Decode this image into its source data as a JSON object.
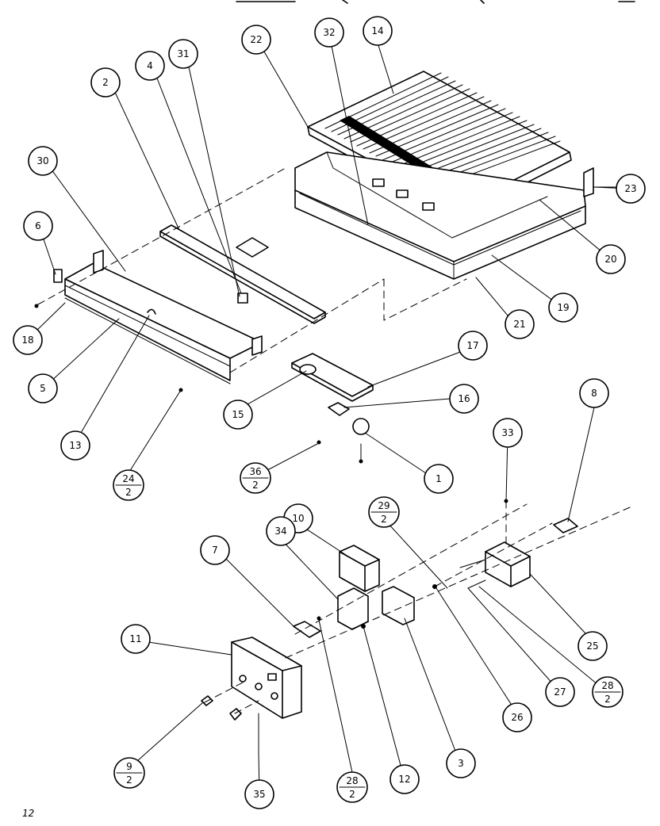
{
  "page_number": "12",
  "labels": {
    "p1": "1",
    "p2": "2",
    "p3": "3",
    "p4": "4",
    "p5": "5",
    "p6": "6",
    "p7": "7",
    "p8": "8",
    "p10": "10",
    "p11": "11",
    "p12": "12",
    "p13": "13",
    "p14": "14",
    "p15": "15",
    "p16": "16",
    "p17": "17",
    "p18": "18",
    "p19": "19",
    "p20": "20",
    "p21": "21",
    "p22": "22",
    "p23": "23",
    "p25": "25",
    "p26": "26",
    "p27": "27",
    "p30": "30",
    "p31": "31",
    "p32": "32",
    "p33": "33",
    "p34": "34",
    "p35": "35",
    "f24_num": "24",
    "f24_den": "2",
    "f36_num": "36",
    "f36_den": "2",
    "f29_num": "29",
    "f29_den": "2",
    "f28a_num": "28",
    "f28a_den": "2",
    "f28b_num": "28",
    "f28b_den": "2",
    "f9_num": "9",
    "f9_den": "2"
  }
}
